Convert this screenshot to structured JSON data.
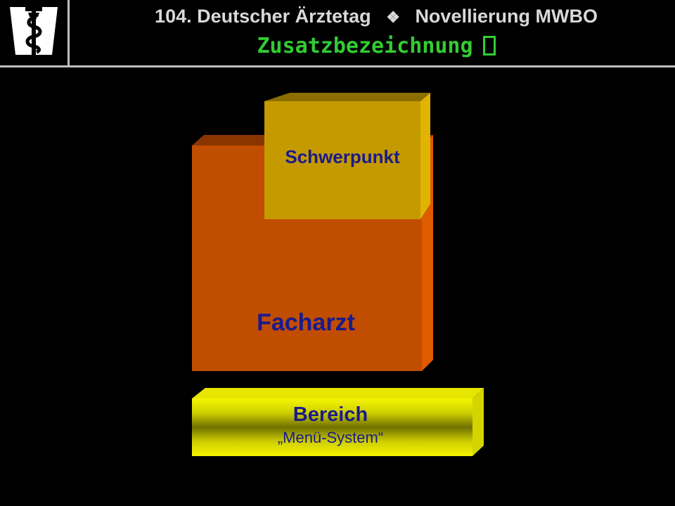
{
  "header": {
    "title": "104. Deutscher Ärztetag",
    "separator": "❖",
    "topic": "Novellierung MWBO",
    "subtitle": "Zusatzbezeichnung"
  },
  "diagram": {
    "facharzt_label": "Facharzt",
    "schwerpunkt_label": "Schwerpunkt",
    "bereich_label": "Bereich",
    "bereich_sublabel": "„Menü-System“"
  },
  "colors": {
    "background": "#000000",
    "header_text": "#d9d9d9",
    "subtitle": "#33cc33",
    "facharzt": "#c04d00",
    "schwerpunkt": "#c49a00",
    "bereich": "#e6e600",
    "label_text": "#1a1a8c"
  },
  "icons": {
    "logo": "aesculapian-staff-icon"
  }
}
